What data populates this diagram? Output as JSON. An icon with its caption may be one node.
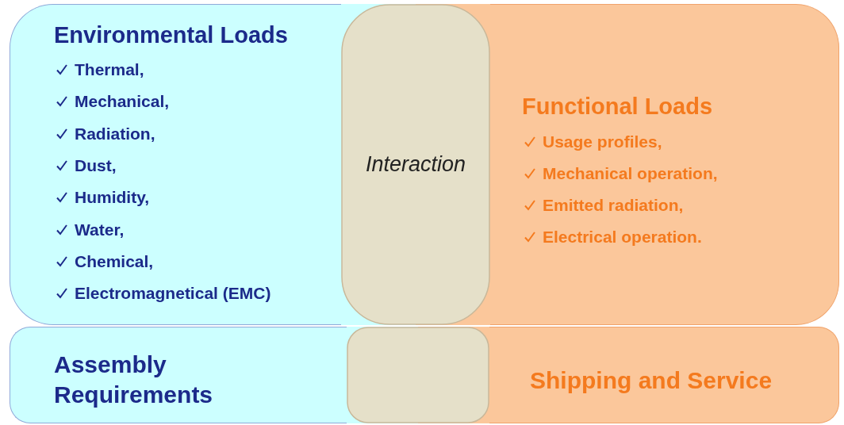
{
  "diagram": {
    "nodes": [
      {
        "text": [
          "Environmental Loads",
          "Thermal,",
          "Mechanical,",
          "Radiation,",
          "Dust,",
          "Humidity,",
          "Water,",
          "Chemical,",
          "Electromagnetical (EMC)"
        ]
      },
      {
        "text": [
          "Functional Loads",
          "Usage profiles,",
          "Mechanical operation,",
          "Emitted radiation,",
          "Electrical operation."
        ]
      },
      {
        "text": [
          "Interaction"
        ]
      },
      {
        "text": [
          "Assembly Requirements"
        ]
      },
      {
        "text": [
          "Shipping and Service"
        ]
      },
      {
        "text": [],
        "shape": "box"
      }
    ],
    "edges": []
  }
}
